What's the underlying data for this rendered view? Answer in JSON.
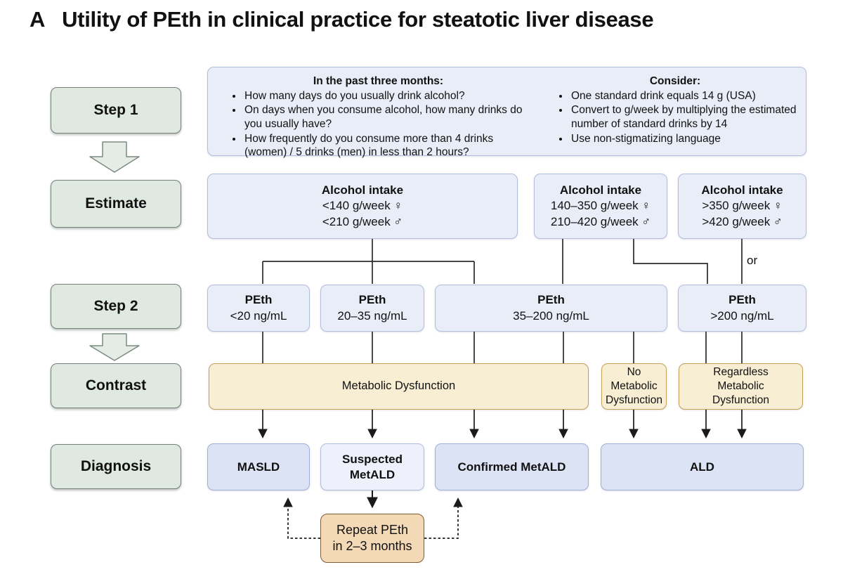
{
  "panel_letter": "A",
  "title": "Utility of PEth in clinical practice for steatotic liver disease",
  "steps": {
    "step1": "Step 1",
    "estimate": "Estimate",
    "step2": "Step 2",
    "contrast": "Contrast",
    "diagnosis": "Diagnosis"
  },
  "step1_info": {
    "left": {
      "header": "In the past three months:",
      "bullets": [
        "How many days do you usually drink alcohol?",
        "On days when you consume alcohol, how many drinks do you usually have?",
        "How frequently do you consume more than 4 drinks (women) / 5 drinks (men) in less than 2 hours?"
      ]
    },
    "right": {
      "header": "Consider:",
      "bullets": [
        "One standard drink equals 14 g (USA)",
        "Convert to g/week by multiplying the estimated number of standard drinks by 14",
        "Use non-stigmatizing language"
      ]
    }
  },
  "estimate_boxes": [
    {
      "title": "Alcohol intake",
      "female": "<140 g/week ♀",
      "male": "<210 g/week ♂"
    },
    {
      "title": "Alcohol intake",
      "female": "140–350 g/week ♀",
      "male": "210–420 g/week ♂"
    },
    {
      "title": "Alcohol intake",
      "female": ">350 g/week ♀",
      "male": ">420 g/week ♂"
    }
  ],
  "or_label": "or",
  "peth_boxes": [
    {
      "title": "PEth",
      "range": "<20 ng/mL"
    },
    {
      "title": "PEth",
      "range": "20–35 ng/mL"
    },
    {
      "title": "PEth",
      "range": "35–200 ng/mL"
    },
    {
      "title": "PEth",
      "range": ">200 ng/mL"
    }
  ],
  "contrast_boxes": [
    {
      "label": "Metabolic Dysfunction"
    },
    {
      "label": "No Metabolic Dysfunction"
    },
    {
      "label": "Regardless Metabolic Dysfunction"
    }
  ],
  "diagnosis_boxes": [
    {
      "label": "MASLD"
    },
    {
      "label": "Suspected MetALD"
    },
    {
      "label": "Confirmed MetALD"
    },
    {
      "label": "ALD"
    }
  ],
  "repeat_box": {
    "line1": "Repeat PEth",
    "line2": "in 2–3 months"
  },
  "colors": {
    "sage_fill": "#dfe8e1",
    "sage_border": "#72817a",
    "lavender_fill": "#e9edf8",
    "lavender_border": "#b3bedd",
    "tan_fill": "#f8eed3",
    "tan_border": "#c2a05e",
    "diagnosis_fill": "#dce3f5",
    "repeat_fill": "#f3d9b5",
    "repeat_border": "#7e5c39",
    "line": "#2b2b2b"
  }
}
